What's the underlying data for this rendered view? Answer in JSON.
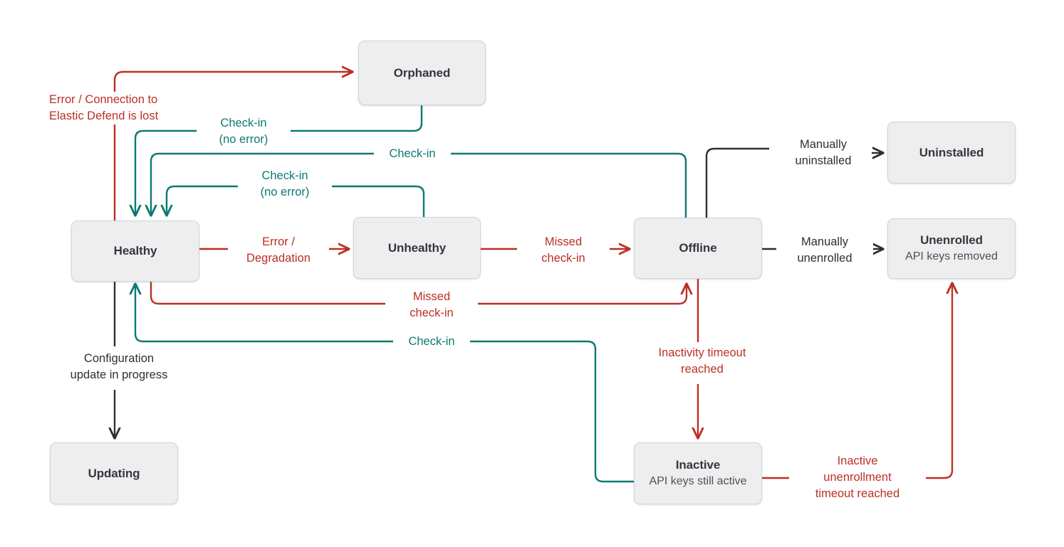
{
  "diagram": {
    "title": "Elastic Agent status state diagram",
    "colors": {
      "red": "#bb3024",
      "teal": "#0b7a70",
      "dark": "#2b2f36",
      "node_fill": "#eeeeef",
      "node_border": "#ced4e2",
      "node_text": "#343741",
      "node_subtext": "#4b5158",
      "background": "#ffffff"
    },
    "nodes": [
      {
        "id": "orphaned",
        "title": "Orphaned",
        "sub": ""
      },
      {
        "id": "healthy",
        "title": "Healthy",
        "sub": ""
      },
      {
        "id": "unhealthy",
        "title": "Unhealthy",
        "sub": ""
      },
      {
        "id": "offline",
        "title": "Offline",
        "sub": ""
      },
      {
        "id": "uninstalled",
        "title": "Uninstalled",
        "sub": ""
      },
      {
        "id": "unenrolled",
        "title": "Unenrolled",
        "sub": "API keys removed"
      },
      {
        "id": "inactive",
        "title": "Inactive",
        "sub": "API keys still active"
      },
      {
        "id": "updating",
        "title": "Updating",
        "sub": ""
      }
    ],
    "edge_labels": [
      {
        "id": "error-connection-lost",
        "text": "Error / Connection to\nElastic Defend is lost",
        "color": "red"
      },
      {
        "id": "checkin-no-error-top",
        "text": "Check-in\n(no error)",
        "color": "teal"
      },
      {
        "id": "checkin-offline",
        "text": "Check-in",
        "color": "teal"
      },
      {
        "id": "checkin-no-error-mid",
        "text": "Check-in\n(no error)",
        "color": "teal"
      },
      {
        "id": "manually-uninstalled",
        "text": "Manually\nuninstalled",
        "color": "dark"
      },
      {
        "id": "error-degradation",
        "text": "Error /\nDegradation",
        "color": "red"
      },
      {
        "id": "missed-checkin-direct",
        "text": "Missed\ncheck-in",
        "color": "red"
      },
      {
        "id": "manually-unenrolled",
        "text": "Manually\nunenrolled",
        "color": "dark"
      },
      {
        "id": "missed-checkin-healthy",
        "text": "Missed\ncheck-in",
        "color": "red"
      },
      {
        "id": "checkin-inactive",
        "text": "Check-in",
        "color": "teal"
      },
      {
        "id": "inactivity-timeout",
        "text": "Inactivity timeout\nreached",
        "color": "red"
      },
      {
        "id": "configuration-update",
        "text": "Configuration\nupdate in progress",
        "color": "dark"
      },
      {
        "id": "inactive-unenrollment",
        "text": "Inactive\nunenrollment\ntimeout reached",
        "color": "red"
      }
    ]
  }
}
